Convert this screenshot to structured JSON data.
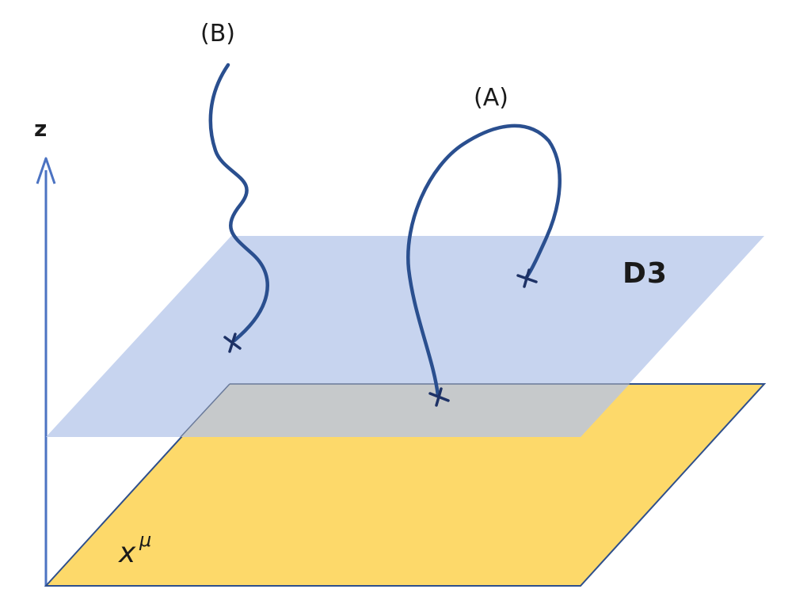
{
  "labels": {
    "string_b": "(B)",
    "string_a": "(A)",
    "axis": "z",
    "brane": "D3",
    "base_symbol": "x",
    "base_superscript": "μ"
  },
  "colors": {
    "brane_plane": "#c5d3ee",
    "base_plane": "#fdd96a",
    "overlap": "#c6c9cb",
    "string": "#2a4f8f",
    "axis": "#4c73c2",
    "text": "#1a1a1a"
  }
}
